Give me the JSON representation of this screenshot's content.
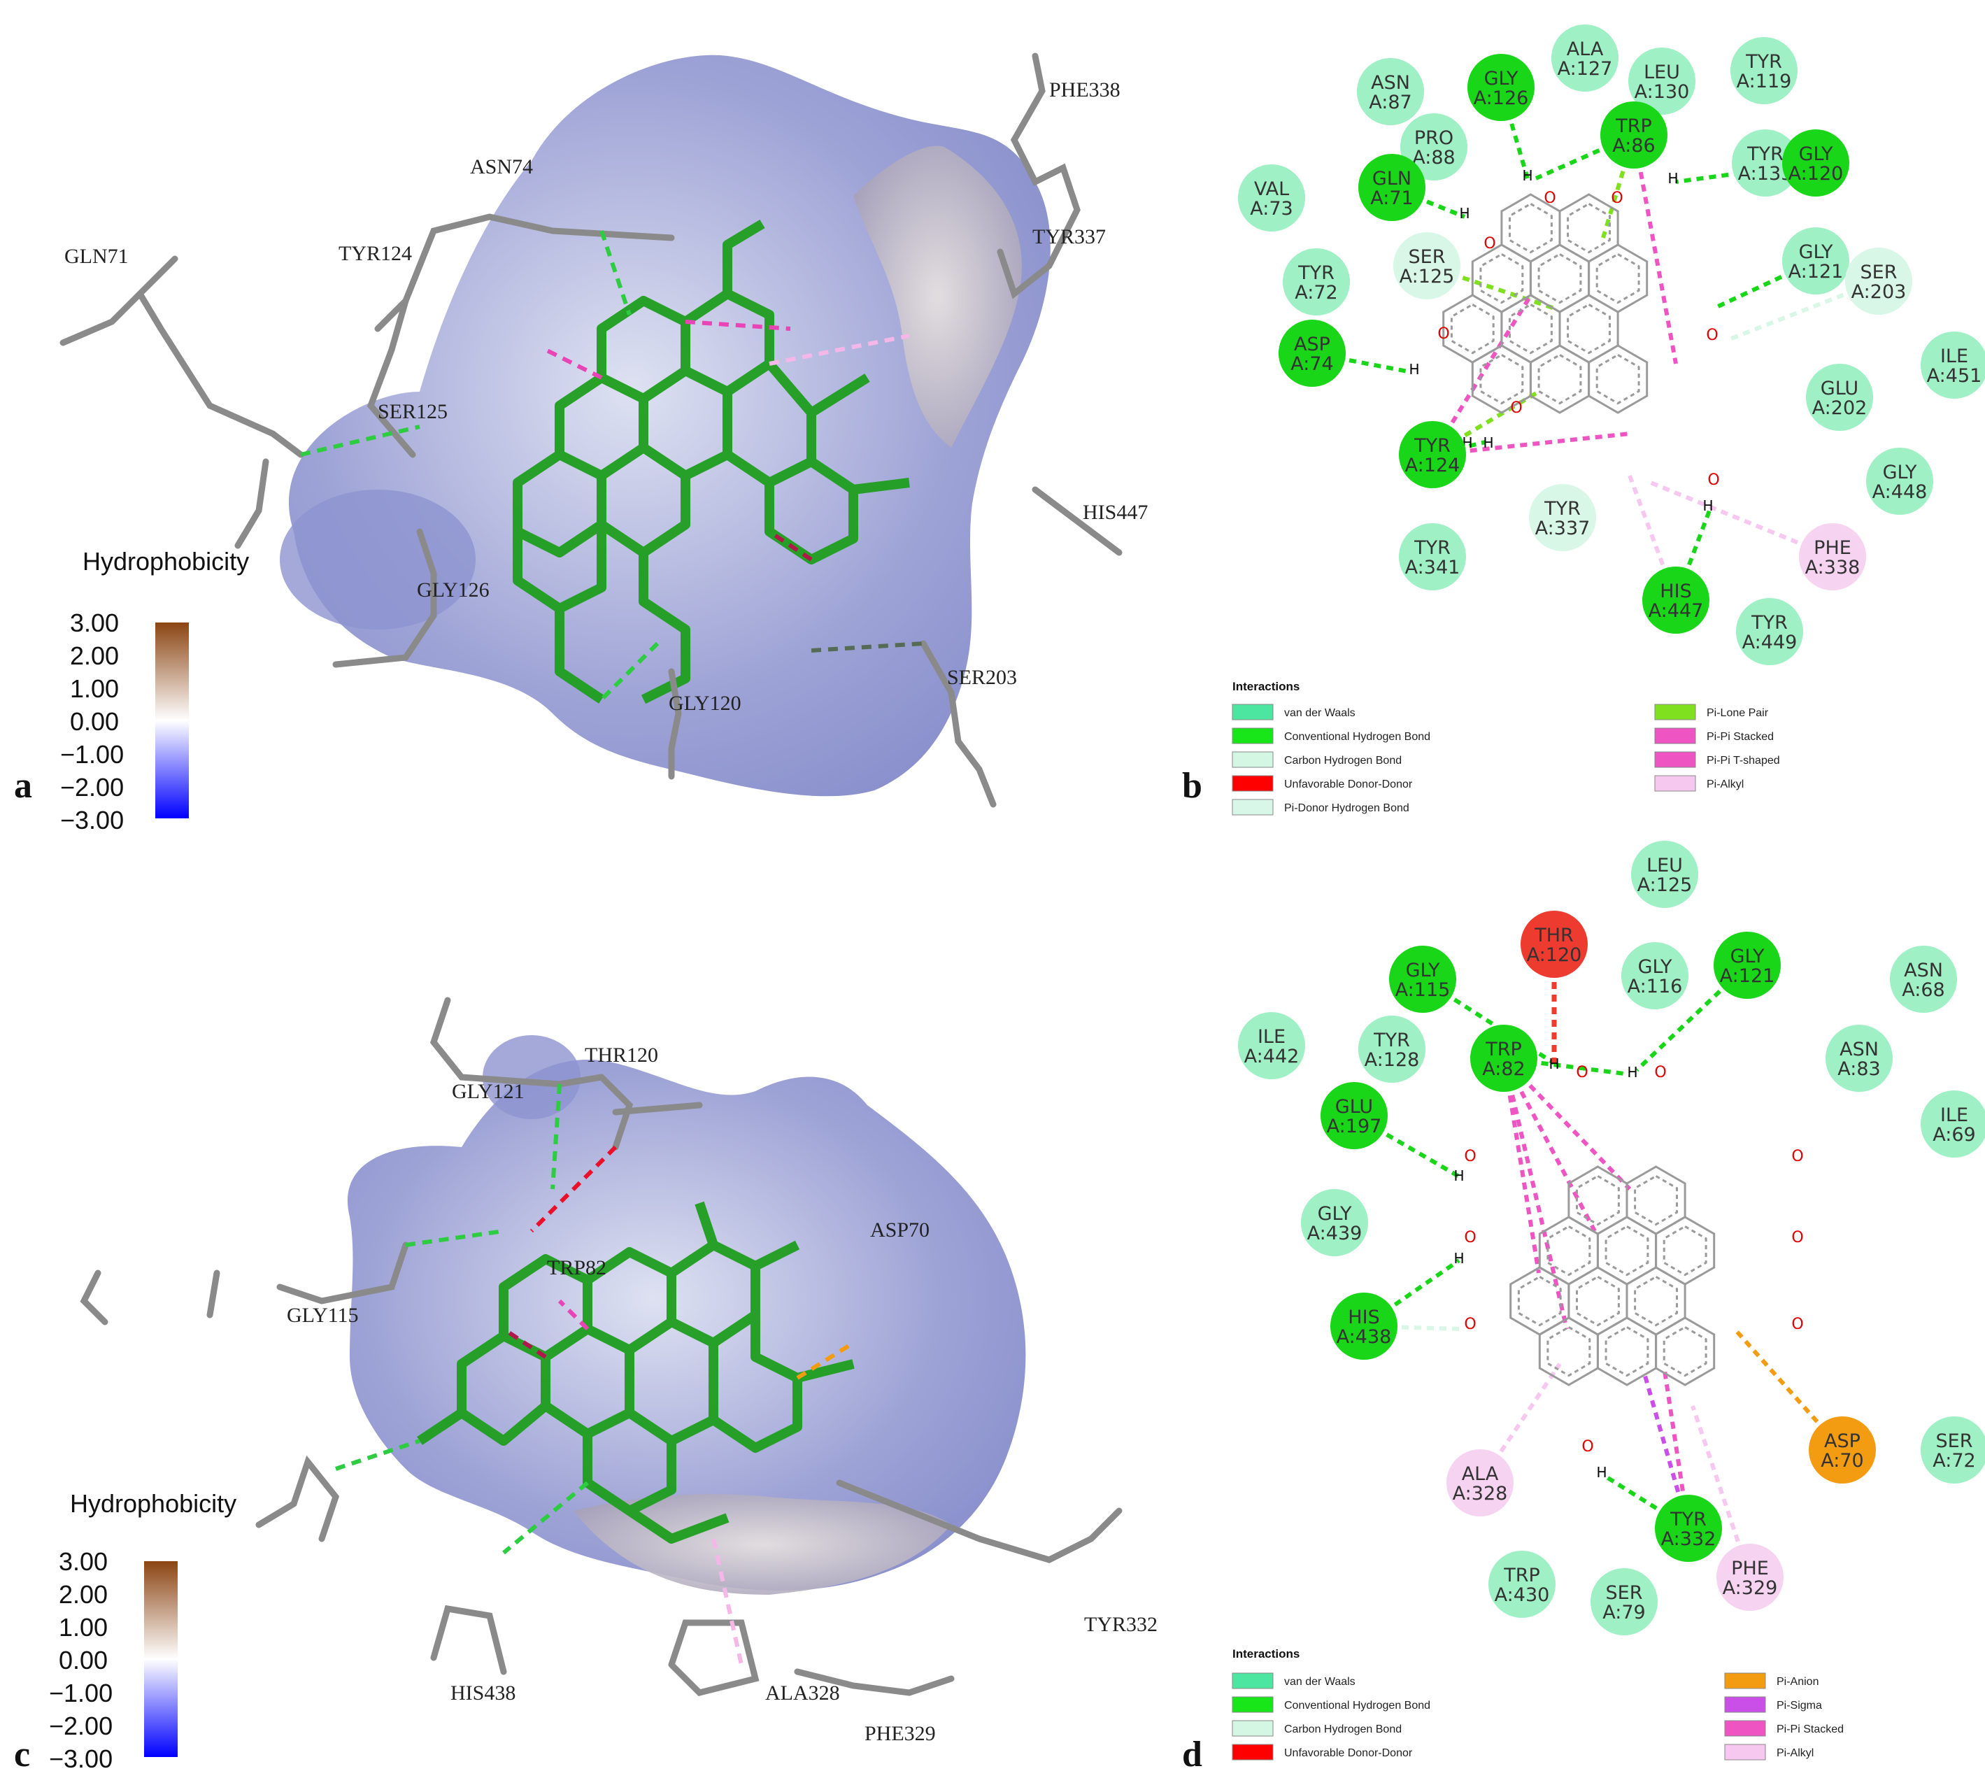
{
  "panel_labels": [
    "a",
    "b",
    "c",
    "d"
  ],
  "colorbar": {
    "title": "Hydrophobicity",
    "ticks": [
      "3.00",
      "2.00",
      "1.00",
      "0.00",
      "−1.00",
      "−2.00",
      "−3.00"
    ],
    "top_color": "#8b4513",
    "mid_color": "#ffffff",
    "bottom_color": "#0000ff"
  },
  "panel_a": {
    "labels": [
      "GLN71",
      "TYR124",
      "ASN74",
      "SER125",
      "GLY126",
      "GLY120",
      "SER203",
      "HIS447",
      "TYR337",
      "PHE338"
    ]
  },
  "panel_c": {
    "labels": [
      "THR120",
      "GLY121",
      "TRP82",
      "ASP70",
      "GLY115",
      "HIS438",
      "ALA328",
      "TYR332",
      "PHE329"
    ]
  },
  "panel_b": {
    "residues": [
      {
        "name": "VAL",
        "id": "A:73",
        "type": "vdw"
      },
      {
        "name": "ASN",
        "id": "A:87",
        "type": "vdw"
      },
      {
        "name": "GLY",
        "id": "A:126",
        "type": "hbond"
      },
      {
        "name": "ALA",
        "id": "A:127",
        "type": "vdw"
      },
      {
        "name": "LEU",
        "id": "A:130",
        "type": "vdw"
      },
      {
        "name": "TYR",
        "id": "A:119",
        "type": "vdw"
      },
      {
        "name": "PRO",
        "id": "A:88",
        "type": "vdw"
      },
      {
        "name": "TRP",
        "id": "A:86",
        "type": "hbond"
      },
      {
        "name": "TYR",
        "id": "A:133",
        "type": "vdw"
      },
      {
        "name": "GLY",
        "id": "A:120",
        "type": "hbond"
      },
      {
        "name": "GLN",
        "id": "A:71",
        "type": "hbond"
      },
      {
        "name": "SER",
        "id": "A:125",
        "type": "chbond"
      },
      {
        "name": "GLY",
        "id": "A:121",
        "type": "vdw"
      },
      {
        "name": "SER",
        "id": "A:203",
        "type": "chbond"
      },
      {
        "name": "TYR",
        "id": "A:72",
        "type": "vdw"
      },
      {
        "name": "ASP",
        "id": "A:74",
        "type": "hbond"
      },
      {
        "name": "ILE",
        "id": "A:451",
        "type": "vdw"
      },
      {
        "name": "GLU",
        "id": "A:202",
        "type": "vdw"
      },
      {
        "name": "TYR",
        "id": "A:124",
        "type": "hbond"
      },
      {
        "name": "GLY",
        "id": "A:448",
        "type": "vdw"
      },
      {
        "name": "TYR",
        "id": "A:337",
        "type": "chbond"
      },
      {
        "name": "TYR",
        "id": "A:341",
        "type": "vdw"
      },
      {
        "name": "PHE",
        "id": "A:338",
        "type": "pialkyl"
      },
      {
        "name": "HIS",
        "id": "A:447",
        "type": "hbond"
      },
      {
        "name": "TYR",
        "id": "A:449",
        "type": "vdw"
      }
    ],
    "legend_title": "Interactions",
    "legend": [
      {
        "label": "van der Waals",
        "color": "#4de6a0"
      },
      {
        "label": "Conventional Hydrogen Bond",
        "color": "#19e619"
      },
      {
        "label": "Carbon Hydrogen Bond",
        "color": "#d4f7e4"
      },
      {
        "label": "Unfavorable Donor-Donor",
        "color": "#ff0000"
      },
      {
        "label": "Pi-Donor Hydrogen Bond",
        "color": "#d9f7e8"
      },
      {
        "label": "Pi-Lone Pair",
        "color": "#7fe01f"
      },
      {
        "label": "Pi-Pi Stacked",
        "color": "#ee55c2"
      },
      {
        "label": "Pi-Pi T-shaped",
        "color": "#ee55c2"
      },
      {
        "label": "Pi-Alkyl",
        "color": "#f6c8f0"
      }
    ]
  },
  "panel_d": {
    "residues": [
      {
        "name": "LEU",
        "id": "A:125",
        "type": "vdw"
      },
      {
        "name": "THR",
        "id": "A:120",
        "type": "unfav"
      },
      {
        "name": "GLY",
        "id": "A:115",
        "type": "hbond"
      },
      {
        "name": "GLY",
        "id": "A:116",
        "type": "vdw"
      },
      {
        "name": "GLY",
        "id": "A:121",
        "type": "hbond"
      },
      {
        "name": "ASN",
        "id": "A:68",
        "type": "vdw"
      },
      {
        "name": "ILE",
        "id": "A:442",
        "type": "vdw"
      },
      {
        "name": "TYR",
        "id": "A:128",
        "type": "vdw"
      },
      {
        "name": "TRP",
        "id": "A:82",
        "type": "hbond"
      },
      {
        "name": "ASN",
        "id": "A:83",
        "type": "vdw"
      },
      {
        "name": "GLU",
        "id": "A:197",
        "type": "hbond"
      },
      {
        "name": "ILE",
        "id": "A:69",
        "type": "vdw"
      },
      {
        "name": "GLY",
        "id": "A:439",
        "type": "vdw"
      },
      {
        "name": "HIS",
        "id": "A:438",
        "type": "hbond"
      },
      {
        "name": "ASP",
        "id": "A:70",
        "type": "pianion"
      },
      {
        "name": "SER",
        "id": "A:72",
        "type": "vdw"
      },
      {
        "name": "ALA",
        "id": "A:328",
        "type": "pialkyl"
      },
      {
        "name": "TYR",
        "id": "A:332",
        "type": "hbond"
      },
      {
        "name": "TRP",
        "id": "A:430",
        "type": "vdw"
      },
      {
        "name": "SER",
        "id": "A:79",
        "type": "vdw"
      },
      {
        "name": "PHE",
        "id": "A:329",
        "type": "pialkyl"
      }
    ],
    "legend_title": "Interactions",
    "legend": [
      {
        "label": "van der Waals",
        "color": "#4de6a0"
      },
      {
        "label": "Conventional Hydrogen Bond",
        "color": "#19e619"
      },
      {
        "label": "Carbon Hydrogen Bond",
        "color": "#d4f7e4"
      },
      {
        "label": "Unfavorable Donor-Donor",
        "color": "#ff0000"
      },
      {
        "label": "Pi-Anion",
        "color": "#f39c12"
      },
      {
        "label": "Pi-Sigma",
        "color": "#c94fe8"
      },
      {
        "label": "Pi-Pi Stacked",
        "color": "#ee55c2"
      },
      {
        "label": "Pi-Alkyl",
        "color": "#f6c8f0"
      }
    ]
  },
  "atoms": {
    "oxygen": "O",
    "hydrogen": "H"
  },
  "colors": {
    "vdw": "#9ff0c5",
    "hbond": "#19d619",
    "chbond": "#d9f7e6",
    "unfav": "#ee3b2f",
    "pianion": "#f39c12",
    "pialkyl": "#f6d3f1",
    "ligand_green": "#1f9e1f"
  }
}
